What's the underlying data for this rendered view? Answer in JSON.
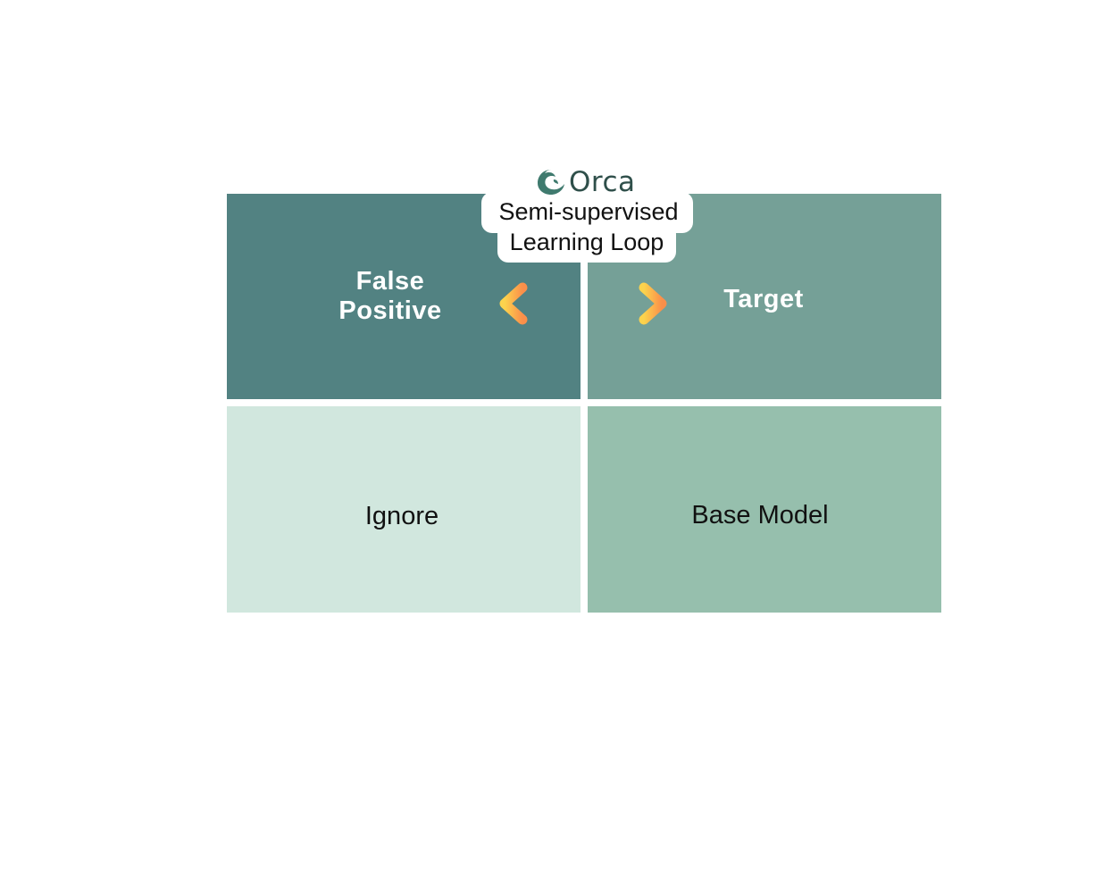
{
  "logo": {
    "text": "Orca",
    "icon": "orca-swirl-icon"
  },
  "bubble": {
    "line1": "Semi-supervised",
    "line2": "Learning Loop"
  },
  "quadrants": {
    "top_left": {
      "label_line1": "False",
      "label_line2": "Positive",
      "color": "#528282"
    },
    "top_right": {
      "label": "Target",
      "color": "#75a097"
    },
    "bottom_left": {
      "label": "Ignore",
      "color": "#d1e7de"
    },
    "bottom_right": {
      "label": "Base Model",
      "color": "#96bfad"
    }
  },
  "arrow": {
    "icon": "double-headed-arrow-icon",
    "color_start": "#fcd34d",
    "color_end": "#fb8f4a"
  }
}
